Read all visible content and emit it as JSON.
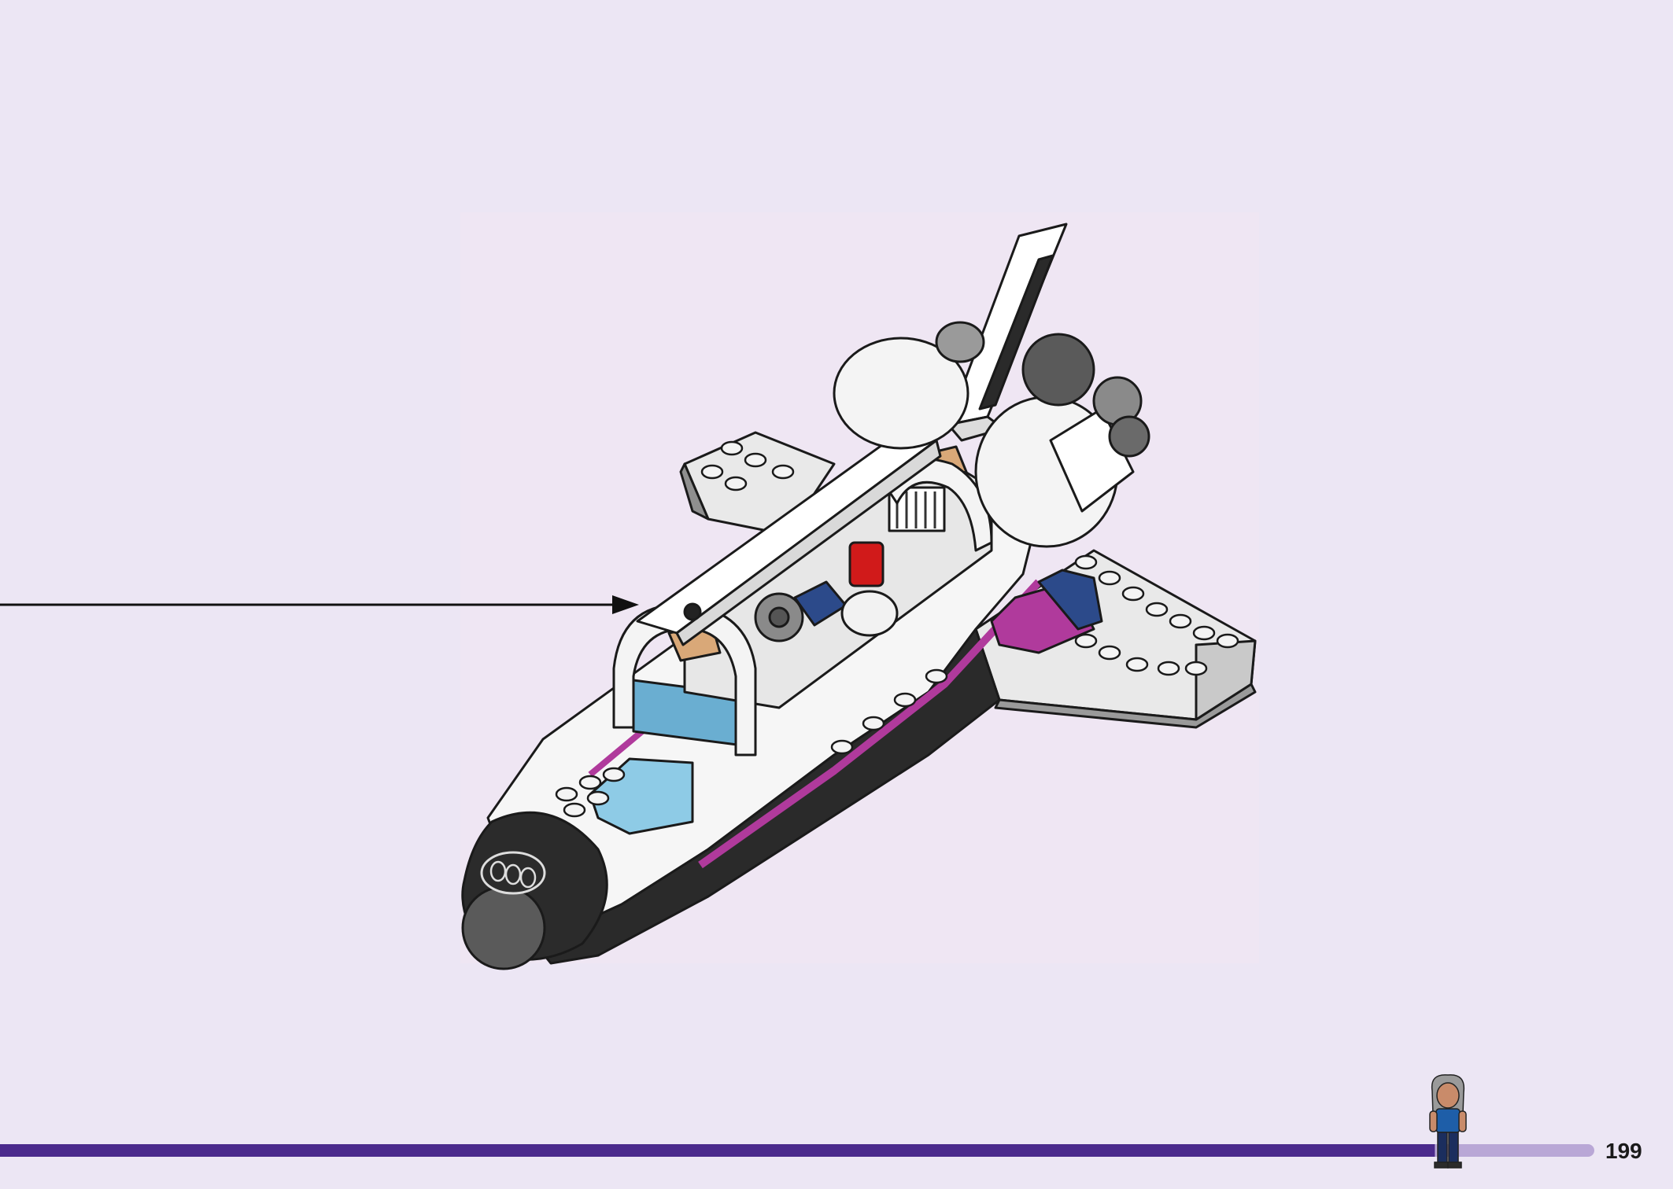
{
  "page": {
    "number": "199",
    "progress_fraction": 0.9,
    "colors": {
      "background": "#ece6f4",
      "progress_filled": "#4b2a8c",
      "progress_track": "#b9a7d6",
      "accent_magenta": "#b03a9c",
      "accent_blue": "#6aaed1",
      "accent_navy": "#2c4a8a",
      "accent_red": "#d11a1a",
      "accent_tan": "#d9a878"
    }
  },
  "illustration": {
    "subject": "space-shuttle-model",
    "pointer": "arrow-pointer-icon",
    "figure": "minifigure-icon"
  }
}
